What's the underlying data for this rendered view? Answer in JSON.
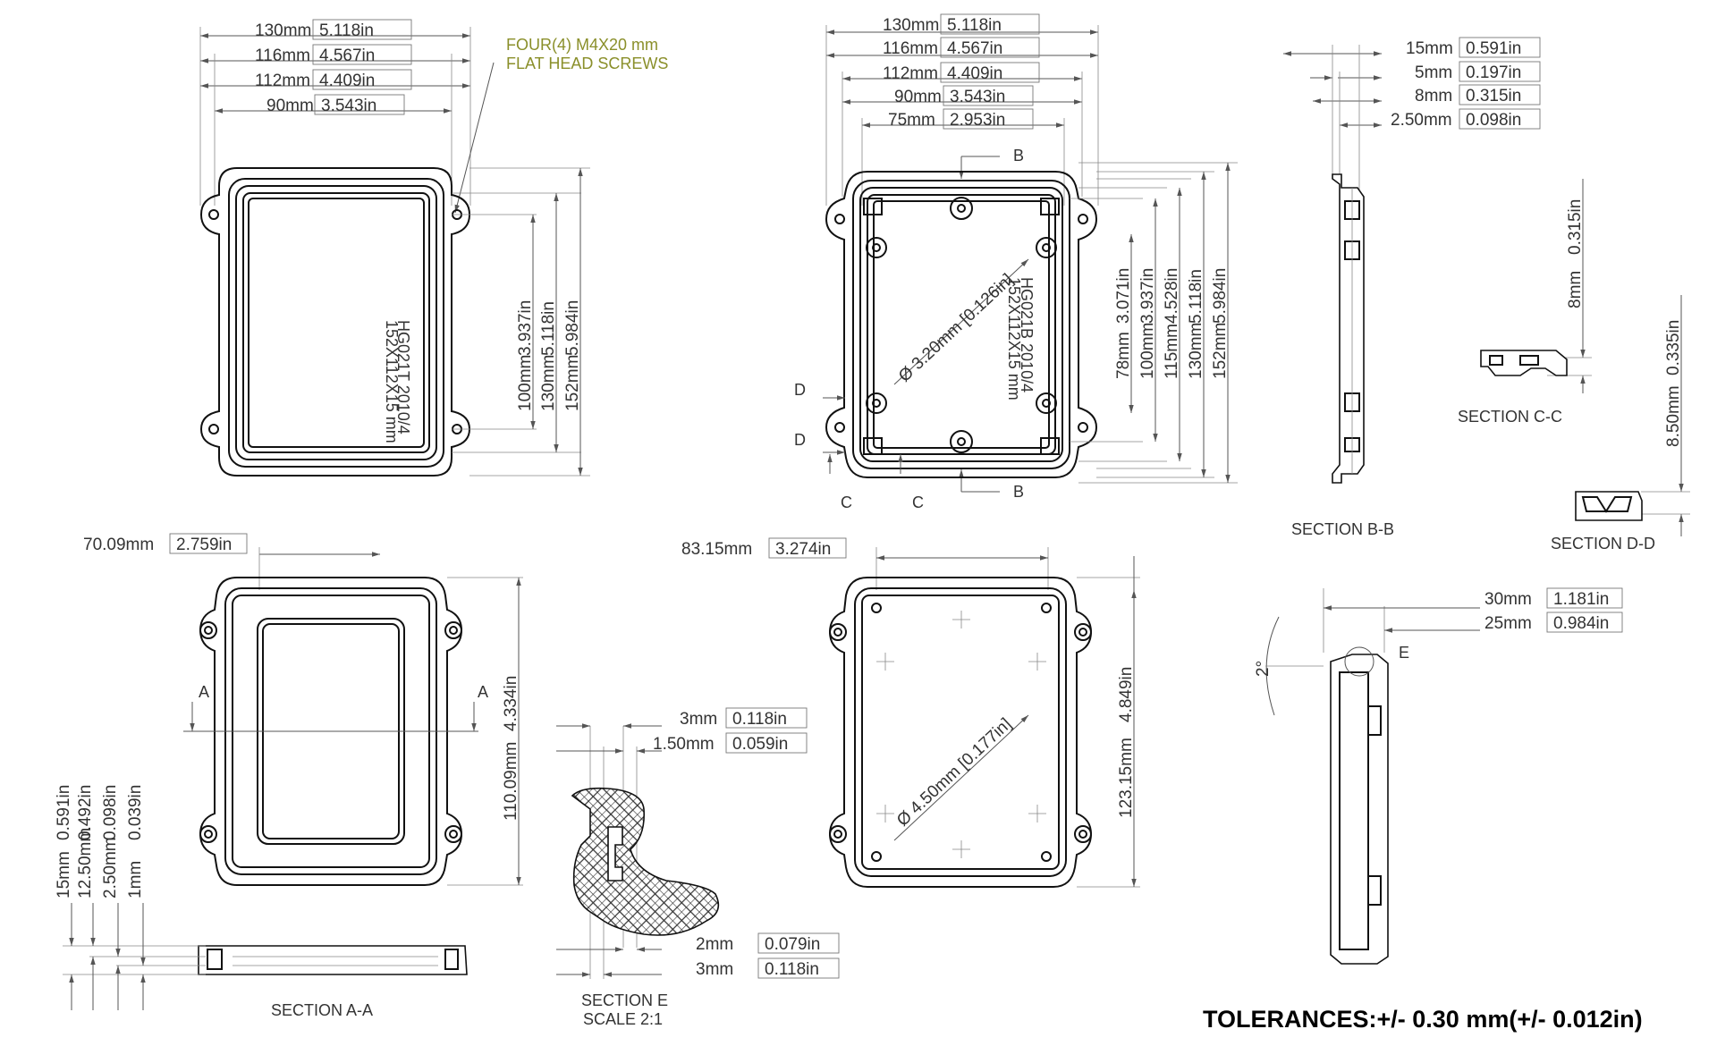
{
  "views": {
    "top_left": {
      "dims_h": [
        "130mm",
        "5.118in",
        "116mm",
        "4.567in",
        "112mm",
        "4.409in",
        "90mm",
        "3.543in"
      ],
      "dims_v": [
        "100mm",
        "3.937in",
        "130mm",
        "5.118in",
        "152mm",
        "5.984in"
      ],
      "note_line1": "FOUR(4) M4X20 mm",
      "note_line2": "FLAT HEAD SCREWS",
      "engraving_line1": "HG021T 2010/4",
      "engraving_line2": "152X112X15 mm"
    },
    "top_right": {
      "dims_h": [
        "130mm",
        "5.118in",
        "116mm",
        "4.567in",
        "112mm",
        "4.409in",
        "90mm",
        "3.543in",
        "75mm",
        "2.953in"
      ],
      "dims_v": [
        "78mm",
        "3.071in",
        "100mm",
        "3.937in",
        "115mm",
        "4.528in",
        "130mm",
        "5.118in",
        "152mm",
        "5.984in"
      ],
      "hole_dia": "Ø 3.20mm [0.126in]",
      "engraving_line1": "HG021B 2010/4",
      "engraving_line2": "152X112X15 mm",
      "section_marks": [
        "B",
        "B",
        "D",
        "D",
        "C",
        "C"
      ]
    },
    "section_bb": {
      "dims": [
        "15mm",
        "0.591in",
        "5mm",
        "0.197in",
        "8mm",
        "0.315in",
        "2.50mm",
        "0.098in"
      ],
      "label": "SECTION B-B"
    },
    "section_cc": {
      "dims": [
        "8mm",
        "0.315in"
      ],
      "label": "SECTION C-C"
    },
    "section_dd": {
      "dims": [
        "8.50mm",
        "0.335in"
      ],
      "label": "SECTION D-D"
    },
    "bottom_left": {
      "dims_h": [
        "70.09mm",
        "2.759in"
      ],
      "dims_v": [
        "110.09mm",
        "4.334in"
      ],
      "section_marks": [
        "A",
        "A"
      ],
      "side_dims": [
        "15mm",
        "0.591in",
        "12.50mm",
        "0.492in",
        "2.50mm",
        "0.098in",
        "1mm",
        "0.039in"
      ],
      "label": "SECTION A-A"
    },
    "section_e": {
      "dims": [
        "3mm",
        "0.118in",
        "1.50mm",
        "0.059in",
        "2mm",
        "0.079in",
        "3mm",
        "0.118in"
      ],
      "label_line1": "SECTION E",
      "label_line2": "SCALE 2:1"
    },
    "bottom_center": {
      "dims_h": [
        "83.15mm",
        "3.274in"
      ],
      "dims_v": [
        "123.15mm",
        "4.849in"
      ],
      "hole_dia": "Ø 4.50mm [0.177in]"
    },
    "bottom_right": {
      "dims": [
        "30mm",
        "1.181in",
        "25mm",
        "0.984in"
      ],
      "angle": "2°",
      "detail_mark": "E"
    }
  },
  "tolerance": "TOLERANCES:+/- 0.30 mm(+/- 0.012in)"
}
